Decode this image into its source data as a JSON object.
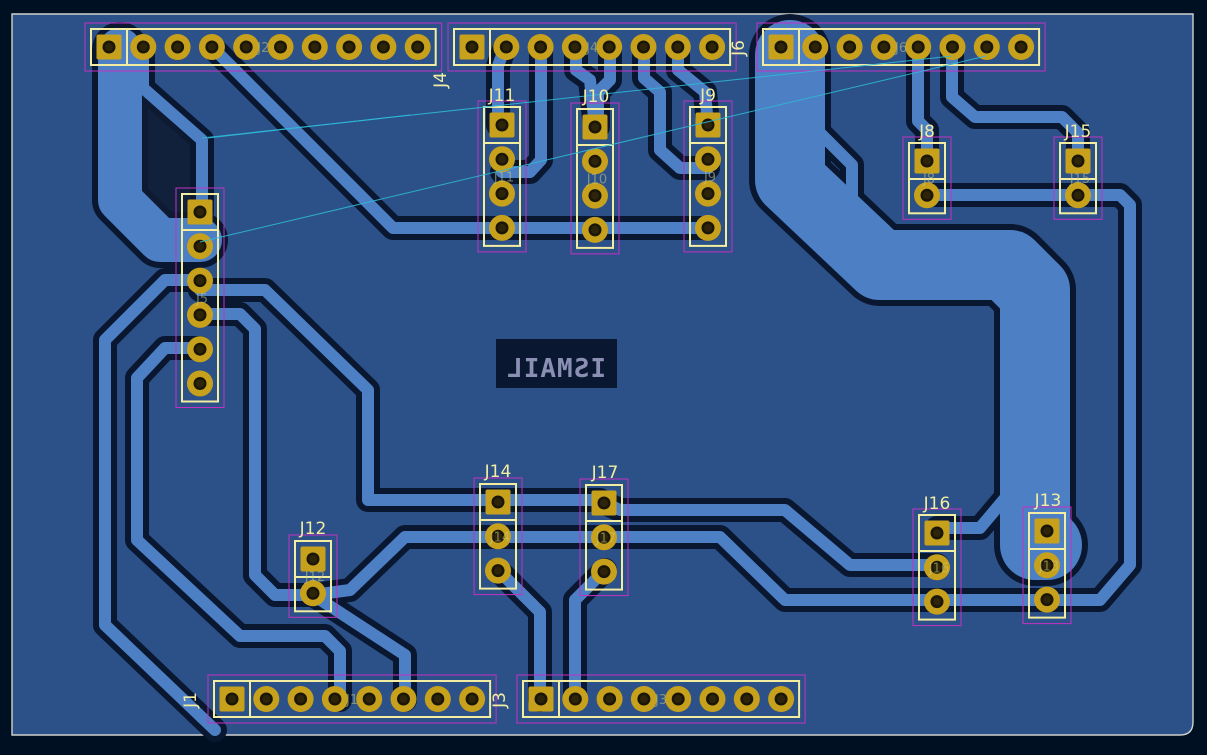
{
  "app": {
    "view": "PCB Editor - board canvas"
  },
  "colors": {
    "background": "#001023",
    "board_fill": "#2c5188",
    "board_edge": "#d0d2cd",
    "copper_trace": "#4d7fc4",
    "clearance": "#0a1730",
    "pad": "#c8a11c",
    "hole": "#1a1608",
    "silkscreen": "#f2eda1",
    "courtyard": "#c531c5",
    "ratsnest": "#2fb8d6"
  },
  "board": {
    "silk_text": "ISMAIL",
    "silk_text_mirrored": true
  },
  "connectors": [
    {
      "ref": "J1",
      "pins": 8,
      "orientation": "horizontal",
      "value": "J1"
    },
    {
      "ref": "J2",
      "pins": 10,
      "orientation": "horizontal",
      "value": "J2"
    },
    {
      "ref": "J3",
      "pins": 8,
      "orientation": "horizontal",
      "value": "J3"
    },
    {
      "ref": "J4",
      "pins": 8,
      "orientation": "horizontal",
      "value": "J4"
    },
    {
      "ref": "J5",
      "pins": 6,
      "orientation": "vertical",
      "value": "J5"
    },
    {
      "ref": "J6",
      "pins": 8,
      "orientation": "horizontal",
      "value": "J6"
    },
    {
      "ref": "J8",
      "pins": 2,
      "orientation": "vertical",
      "value": "J8"
    },
    {
      "ref": "J9",
      "pins": 4,
      "orientation": "vertical",
      "value": "J9"
    },
    {
      "ref": "J10",
      "pins": 4,
      "orientation": "vertical",
      "value": "J10"
    },
    {
      "ref": "J11",
      "pins": 4,
      "orientation": "vertical",
      "value": "J11"
    },
    {
      "ref": "J12",
      "pins": 2,
      "orientation": "vertical",
      "value": "J12"
    },
    {
      "ref": "J13",
      "pins": 3,
      "orientation": "vertical",
      "value": "J13"
    },
    {
      "ref": "J14",
      "pins": 3,
      "orientation": "vertical",
      "value": "J14"
    },
    {
      "ref": "J15",
      "pins": 2,
      "orientation": "vertical",
      "value": "J15"
    },
    {
      "ref": "J16",
      "pins": 3,
      "orientation": "vertical",
      "value": "J16"
    },
    {
      "ref": "J17",
      "pins": 3,
      "orientation": "vertical",
      "value": "J17"
    }
  ]
}
